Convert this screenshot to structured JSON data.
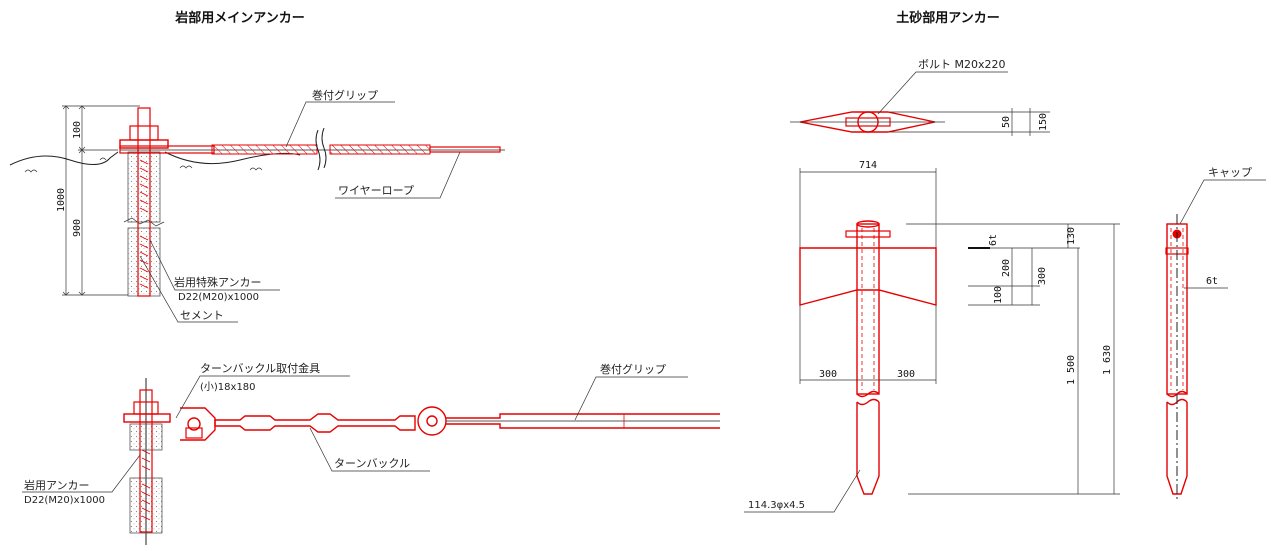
{
  "titles": {
    "rock_anchor": "岩部用メインアンカー",
    "soil_anchor": "土砂部用アンカー"
  },
  "rock_upper": {
    "grip_label": "巻付グリップ",
    "wire_label": "ワイヤーロープ",
    "special_anchor_label": "岩用特殊アンカー",
    "special_anchor_spec": "D22(M20)x1000",
    "cement_label": "セメント",
    "dim_100": "100",
    "dim_1000": "1000",
    "dim_900": "900"
  },
  "rock_lower": {
    "fitting_label": "ターンバックル取付金具",
    "fitting_spec": "(小)18x180",
    "grip_label": "巻付グリップ",
    "turnbuckle_label": "ターンバックル",
    "anchor_label": "岩用アンカー",
    "anchor_spec": "D22(M20)x1000"
  },
  "soil": {
    "bolt_label": "ボルト M20x220",
    "cap_label": "キャップ",
    "pipe_label": "114.3φx4.5",
    "dim_50": "50",
    "dim_150": "150",
    "dim_714": "714",
    "dim_6t_a": "6t",
    "dim_6t_b": "6t",
    "dim_130": "130",
    "dim_200": "200",
    "dim_300_v": "300",
    "dim_100": "100",
    "dim_1500": "1 500",
    "dim_1630": "1 630",
    "dim_300_left": "300",
    "dim_300_right": "300"
  }
}
